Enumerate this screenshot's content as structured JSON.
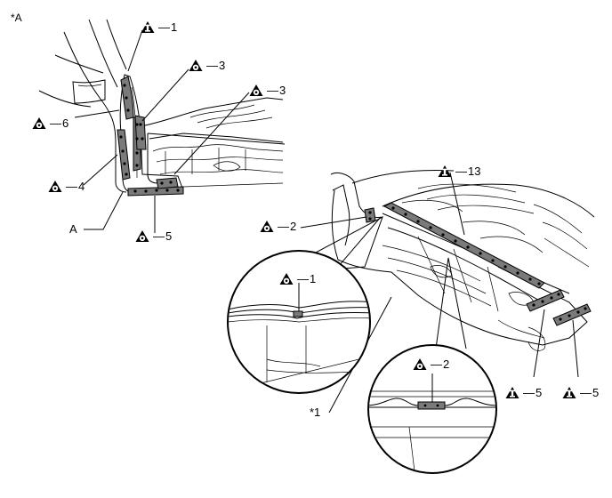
{
  "corner_label": "*A",
  "footnote_label": "*1",
  "view_label": "A",
  "callouts": {
    "i1": {
      "number": "1",
      "icon": "info-triangle-icon"
    },
    "s3a": {
      "number": "3",
      "icon": "sealer-triangle-icon"
    },
    "s3b": {
      "number": "3",
      "icon": "sealer-triangle-icon"
    },
    "s6": {
      "number": "6",
      "icon": "sealer-triangle-icon"
    },
    "s4": {
      "number": "4",
      "icon": "sealer-triangle-icon"
    },
    "s5": {
      "number": "5",
      "icon": "sealer-triangle-icon"
    },
    "i13": {
      "number": "13",
      "icon": "info-triangle-icon"
    },
    "s2a": {
      "number": "2",
      "icon": "sealer-triangle-icon"
    },
    "s1": {
      "number": "1",
      "icon": "sealer-triangle-icon"
    },
    "s2b": {
      "number": "2",
      "icon": "sealer-triangle-icon"
    },
    "i5a": {
      "number": "5",
      "icon": "info-triangle-icon"
    },
    "i5b": {
      "number": "5",
      "icon": "info-triangle-icon"
    }
  },
  "dash": "—"
}
